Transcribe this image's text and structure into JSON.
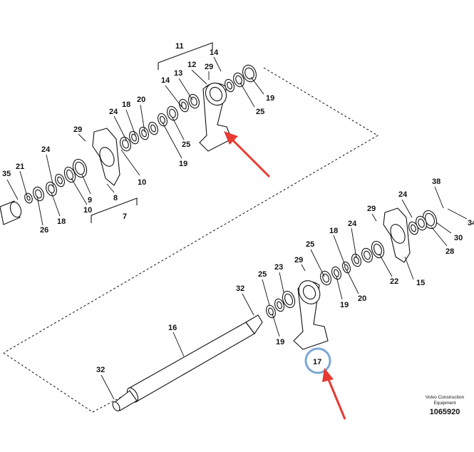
{
  "callouts": {
    "n11": "11",
    "n14a": "14",
    "n12": "12",
    "n13": "13",
    "n29a": "29",
    "n14b": "14",
    "n19a": "19",
    "n25a": "25",
    "n20a": "20",
    "n18a": "18",
    "n24a": "24",
    "n25b": "25",
    "n19b": "19",
    "n29b": "29",
    "n10a": "10",
    "n24b": "24",
    "n21": "21",
    "n35": "35",
    "n9": "9",
    "n10b": "10",
    "n8": "8",
    "n7": "7",
    "n26": "26",
    "n18b": "18",
    "n38": "38",
    "n34": "34",
    "n24c": "24",
    "n29c": "29",
    "n30": "30",
    "n28": "28",
    "n18c": "18",
    "n24d": "24",
    "n25c": "25",
    "n15": "15",
    "n22": "22",
    "n29d": "29",
    "n20b": "20",
    "n19c": "19",
    "n23": "23",
    "n25d": "25",
    "n32a": "32",
    "n19d": "19",
    "n16": "16",
    "n32b": "32",
    "n17": "17"
  },
  "caption": {
    "brand": "Volvo Construction",
    "brand2": "Equipment",
    "code": "1065920"
  },
  "colors": {
    "highlight_circle": "#7aa7d6",
    "arrow": "#e63a32",
    "ink": "#111111"
  }
}
